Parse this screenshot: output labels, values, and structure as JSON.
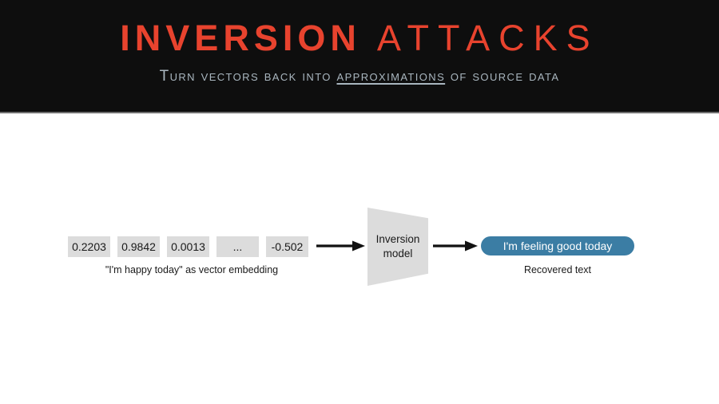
{
  "header": {
    "title_bold": "INVERSION",
    "title_light": "ATTACKS",
    "subtitle_before": "Turn vectors back into ",
    "subtitle_underlined": "approximations",
    "subtitle_after": " of source data"
  },
  "diagram": {
    "vector": {
      "cells": [
        "0.2203",
        "0.9842",
        "0.0013",
        "...",
        "-0.502"
      ],
      "caption": "\"I'm happy today\" as vector embedding"
    },
    "model": {
      "label": "Inversion model"
    },
    "output": {
      "text": "I'm feeling good today",
      "caption": "Recovered text"
    }
  },
  "colors": {
    "header_bg": "#0e0e0e",
    "accent_red": "#e8432e",
    "subtitle_gray": "#a9b6bf",
    "box_gray": "#dcdcdc",
    "pill_blue": "#3b7da4",
    "arrow_black": "#111111"
  }
}
